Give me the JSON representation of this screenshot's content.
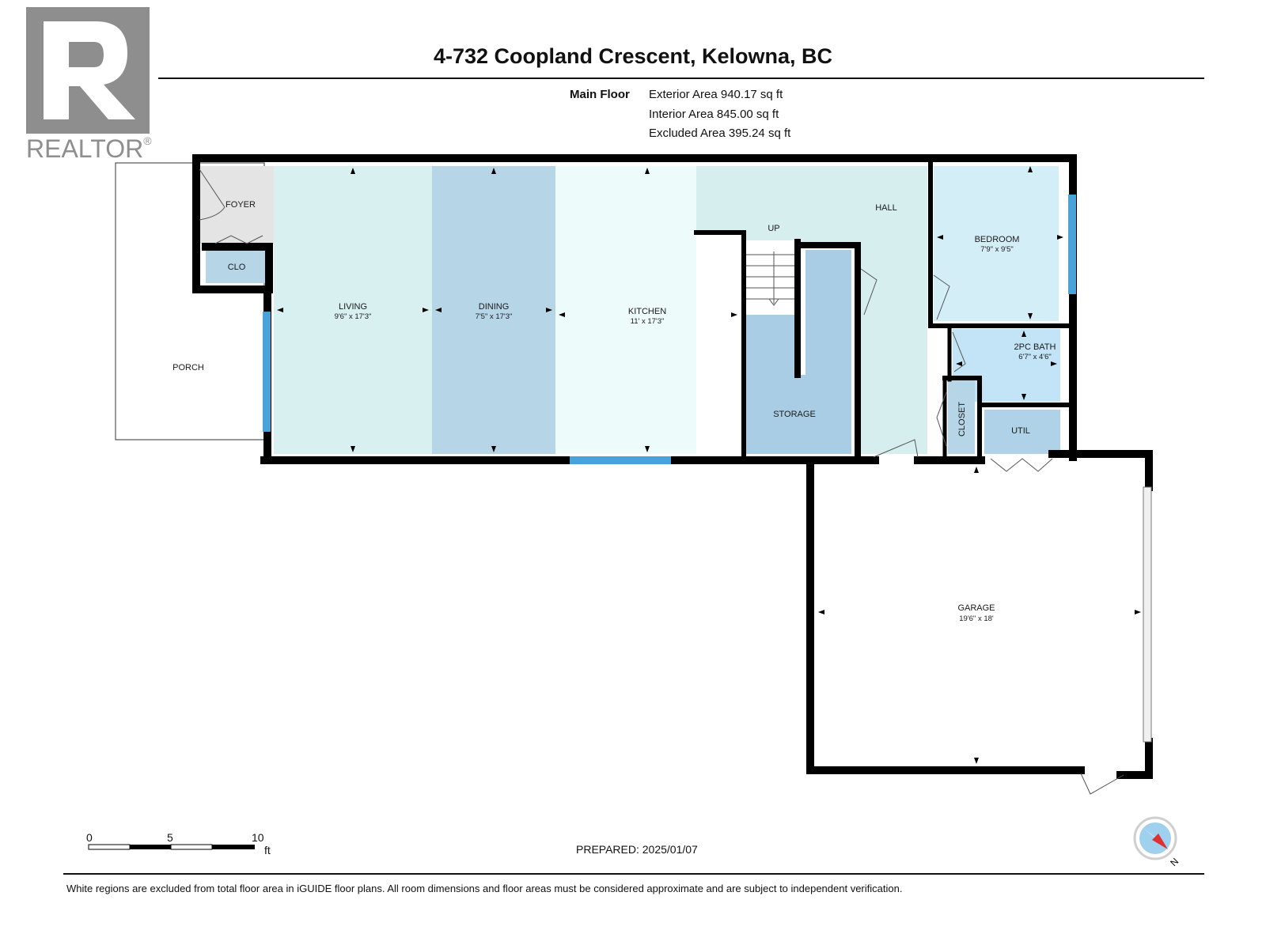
{
  "header": {
    "title": "4-732 Coopland Crescent, Kelowna, BC",
    "floor_label": "Main Floor",
    "areas": [
      "Exterior Area 940.17 sq ft",
      "Interior Area 845.00 sq ft",
      "Excluded Area 395.24 sq ft"
    ]
  },
  "logo": {
    "text": "REALTOR",
    "mark": "®"
  },
  "rooms": {
    "foyer": {
      "name": "FOYER"
    },
    "clo": {
      "name": "CLO"
    },
    "porch": {
      "name": "PORCH"
    },
    "living": {
      "name": "LIVING",
      "dims": "9'6\" x 17'3\""
    },
    "dining": {
      "name": "DINING",
      "dims": "7'5\" x 17'3\""
    },
    "kitchen": {
      "name": "KITCHEN",
      "dims": "11' x 17'3\""
    },
    "up": {
      "name": "UP"
    },
    "hall": {
      "name": "HALL"
    },
    "storage": {
      "name": "STORAGE"
    },
    "bedroom": {
      "name": "BEDROOM",
      "dims": "7'9\" x 9'5\""
    },
    "bath": {
      "name": "2PC BATH",
      "dims": "6'7\" x 4'6\""
    },
    "closet": {
      "name": "CLOSET"
    },
    "util": {
      "name": "UTIL"
    },
    "garage": {
      "name": "GARAGE",
      "dims": "19'6\" x 18'"
    }
  },
  "scale": {
    "ticks": [
      "0",
      "5",
      "10"
    ],
    "unit": "ft"
  },
  "compass": {
    "label": "N",
    "icon": "compass-icon"
  },
  "footer": {
    "prepared": "PREPARED: 2025/01/07",
    "disclaimer": "White regions are excluded from total floor area in iGUIDE floor plans. All room dimensions and floor areas must be considered approximate and are subject to independent verification."
  },
  "colors": {
    "wall": "#000000",
    "living": "#d8f0f0",
    "dining": "#b6d6e8",
    "kitchen": "#eefbfb",
    "hall": "#d6efee",
    "storage": "#aacde6",
    "bedroom": "#d4eef8",
    "bath": "#c2e4f6",
    "util": "#b0d2e8",
    "foyer": "#e4e4e4",
    "window": "#4aa3d8",
    "logo": "#8e8e8e"
  }
}
